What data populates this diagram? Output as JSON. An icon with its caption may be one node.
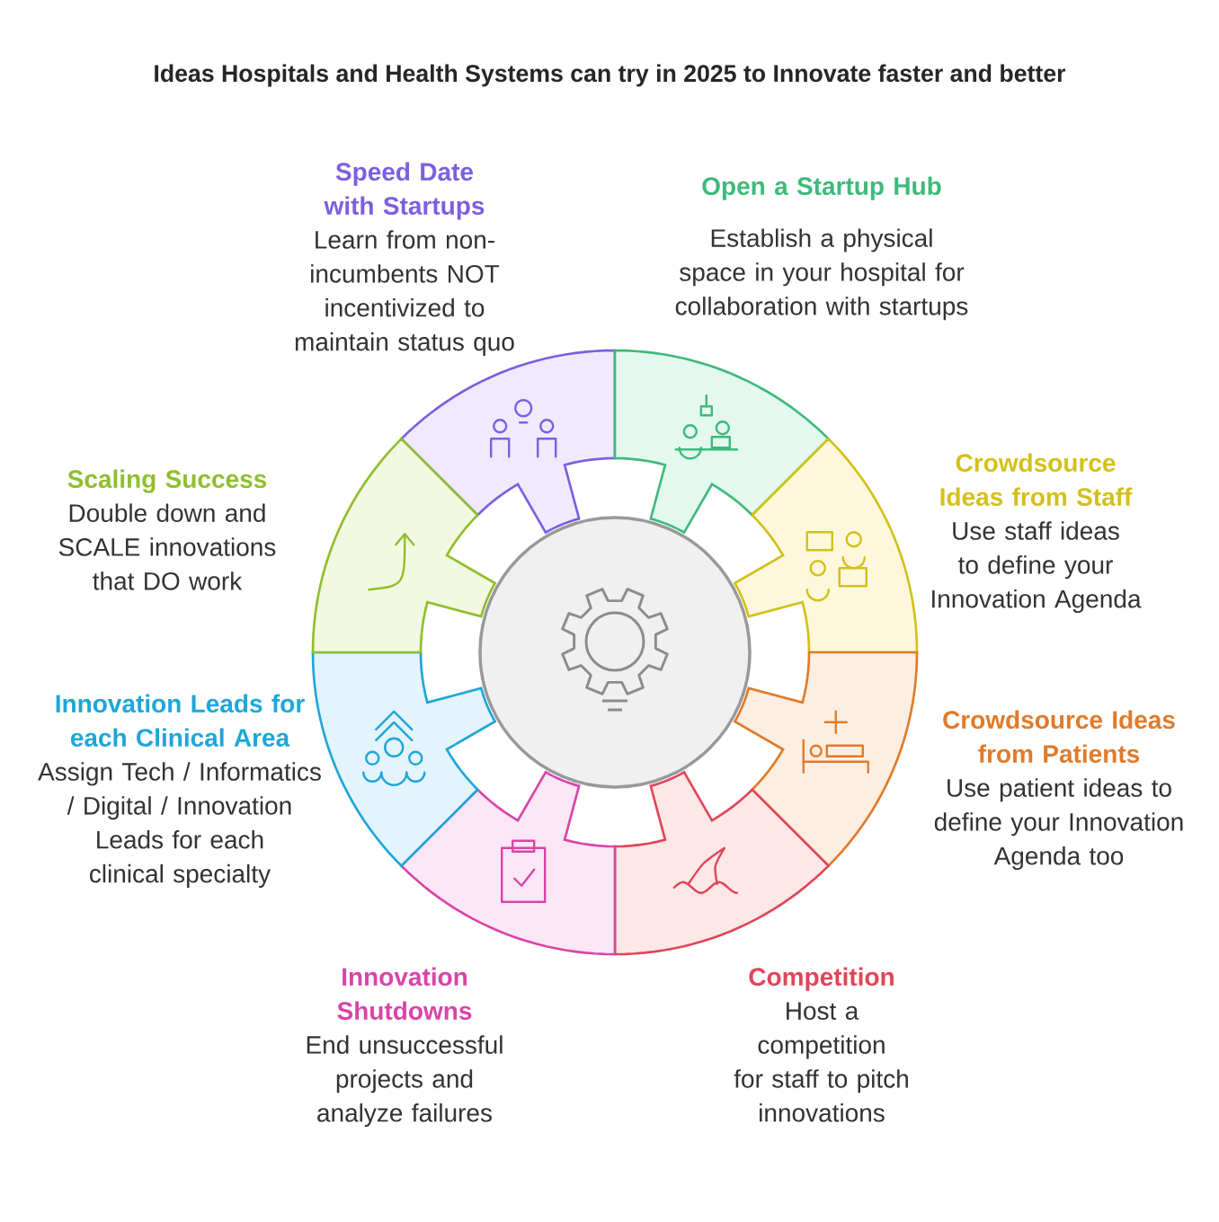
{
  "diagram": {
    "title": "Ideas Hospitals and Health Systems can try in 2025 to Innovate faster and better",
    "nodes": [
      {
        "text": [
          "Speed Date with Startups",
          "Learn from non-incumbents NOT incentivized to maintain status quo"
        ]
      },
      {
        "text": [
          "Open a Startup Hub",
          "Establish a physical space in your hospital for collaboration with startups"
        ]
      },
      {
        "text": [
          "Crowdsource Ideas from Staff",
          "Use staff ideas to define your Innovation Agenda"
        ]
      },
      {
        "text": [
          "Crowdsource Ideas from Patients",
          "Use patient ideas to define your Innovation Agenda too"
        ]
      },
      {
        "text": [
          "Competition",
          "Host a competition for staff to pitch innovations"
        ]
      },
      {
        "text": [
          "Innovation Shutdowns",
          "End unsuccessful projects and analyze failures"
        ]
      },
      {
        "text": [
          "Innovation Leads for each Clinical Area",
          "Assign Tech / Informatics / Digital / Innovation Leads for each clinical specialty"
        ]
      },
      {
        "text": [
          "Scaling Success",
          "Double down and SCALE innovations that DO work"
        ]
      }
    ]
  }
}
